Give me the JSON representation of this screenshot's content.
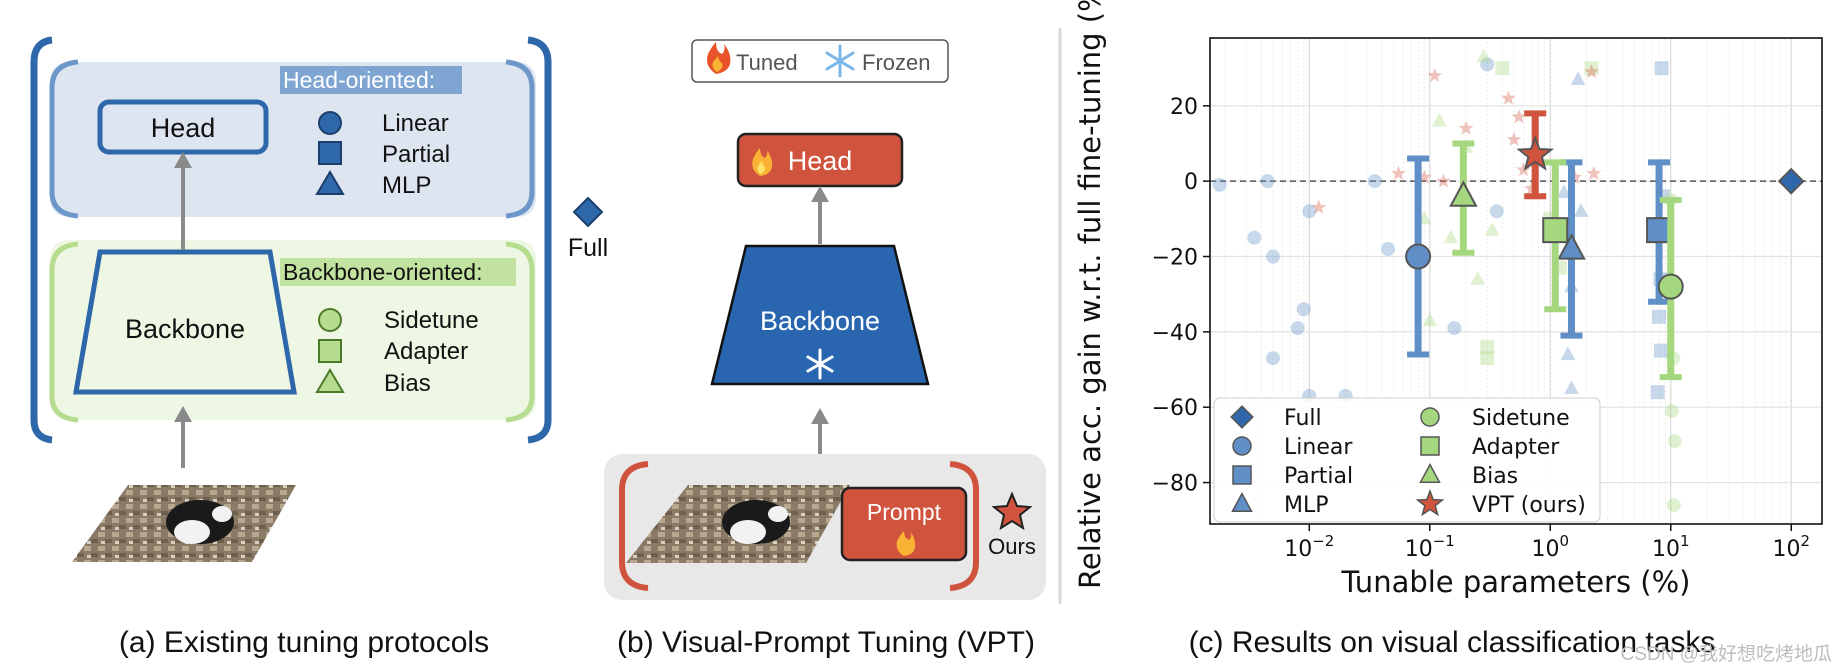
{
  "panel_a": {
    "caption": "(a)  Existing tuning protocols",
    "head_label": "Head",
    "backbone_label": "Backbone",
    "head_oriented_title": "Head-oriented:",
    "backbone_oriented_title": "Backbone-oriented:",
    "head_items": [
      {
        "marker": "circle",
        "label": "Linear"
      },
      {
        "marker": "square",
        "label": "Partial"
      },
      {
        "marker": "triangle",
        "label": "MLP"
      }
    ],
    "backbone_items": [
      {
        "marker": "circle",
        "label": "Sidetune"
      },
      {
        "marker": "square",
        "label": "Adapter"
      },
      {
        "marker": "triangle",
        "label": "Bias"
      }
    ],
    "full_label": "Full"
  },
  "panel_b": {
    "caption": "(b) Visual-Prompt Tuning (VPT)",
    "legend_tuned": "Tuned",
    "legend_frozen": "Frozen",
    "head_label": "Head",
    "backbone_label": "Backbone",
    "prompt_label": "Prompt",
    "ours_label": "Ours"
  },
  "panel_c": {
    "caption": "(c) Results on visual classification tasks"
  },
  "watermark": "CSDN @我好想吃烤地瓜",
  "colors": {
    "head_blue": "#2e67aa",
    "head_bg": "#dde5f1",
    "backbone_green": "#b6dc8f",
    "backbone_bg": "#eef7e3",
    "vpt_red": "#d0533e",
    "vpt_dark_blue": "#2a66b0",
    "linear_blue": "#5f8fc6",
    "sidetune_green": "#a5d87e"
  },
  "chart_data": {
    "type": "scatter",
    "xscale": "log",
    "xlabel": "Tunable parameters (%)",
    "ylabel": "Relative acc. gain w.r.t. full fine-tuning (%)",
    "xlim": [
      0.0015,
      180
    ],
    "ylim": [
      -91,
      38
    ],
    "xticks": [
      {
        "value": 0.01,
        "label": "10^-2"
      },
      {
        "value": 0.1,
        "label": "10^-1"
      },
      {
        "value": 1,
        "label": "10^0"
      },
      {
        "value": 10,
        "label": "10^1"
      },
      {
        "value": 100,
        "label": "10^2"
      }
    ],
    "yticks": [
      20,
      0,
      -20,
      -40,
      -60,
      -80
    ],
    "ytick_labels": [
      "20",
      "0",
      "−20",
      "−40",
      "−60",
      "−80"
    ],
    "grid": true,
    "reference_line_y": 0,
    "legend_position": "lower-left",
    "legend": [
      {
        "name": "Full",
        "marker": "diamond",
        "color": "#2e67aa"
      },
      {
        "name": "Linear",
        "marker": "circle",
        "color": "#5f8fc6"
      },
      {
        "name": "Partial",
        "marker": "square",
        "color": "#5f8fc6"
      },
      {
        "name": "MLP",
        "marker": "triangle",
        "color": "#5f8fc6"
      },
      {
        "name": "Sidetune",
        "marker": "circle",
        "color": "#a5d87e"
      },
      {
        "name": "Adapter",
        "marker": "square",
        "color": "#a5d87e"
      },
      {
        "name": "Bias",
        "marker": "triangle",
        "color": "#a5d87e"
      },
      {
        "name": "VPT (ours)",
        "marker": "star",
        "color": "#d0533e"
      }
    ],
    "summary": [
      {
        "name": "Full",
        "x": 100,
        "y": 0,
        "ylow": 0,
        "yhigh": 0
      },
      {
        "name": "Linear",
        "x": 0.08,
        "y": -20,
        "ylow": -46,
        "yhigh": 6
      },
      {
        "name": "Partial",
        "x": 8,
        "y": -13,
        "ylow": -32,
        "yhigh": 5
      },
      {
        "name": "MLP",
        "x": 1.5,
        "y": -18,
        "ylow": -41,
        "yhigh": 5
      },
      {
        "name": "Sidetune",
        "x": 10,
        "y": -28,
        "ylow": -52,
        "yhigh": -5
      },
      {
        "name": "Adapter",
        "x": 1.1,
        "y": -13,
        "ylow": -34,
        "yhigh": 5
      },
      {
        "name": "Bias",
        "x": 0.19,
        "y": -4,
        "ylow": -19,
        "yhigh": 10
      },
      {
        "name": "VPT (ours)",
        "x": 0.75,
        "y": 7,
        "ylow": -4,
        "yhigh": 18
      }
    ],
    "points": [
      {
        "series": "Linear",
        "x": 0.0018,
        "y": -1
      },
      {
        "series": "Linear",
        "x": 0.0035,
        "y": -15
      },
      {
        "series": "Linear",
        "x": 0.0045,
        "y": 0
      },
      {
        "series": "Linear",
        "x": 0.005,
        "y": -20
      },
      {
        "series": "Linear",
        "x": 0.005,
        "y": -47
      },
      {
        "series": "Linear",
        "x": 0.008,
        "y": -39
      },
      {
        "series": "Linear",
        "x": 0.009,
        "y": -34
      },
      {
        "series": "Linear",
        "x": 0.01,
        "y": -8
      },
      {
        "series": "Linear",
        "x": 0.01,
        "y": -57
      },
      {
        "series": "Linear",
        "x": 0.02,
        "y": -57
      },
      {
        "series": "Linear",
        "x": 0.035,
        "y": 0
      },
      {
        "series": "Linear",
        "x": 0.045,
        "y": -18
      },
      {
        "series": "Linear",
        "x": 0.16,
        "y": -39
      },
      {
        "series": "Linear",
        "x": 0.3,
        "y": 31
      },
      {
        "series": "Linear",
        "x": 0.36,
        "y": -8
      },
      {
        "series": "Partial",
        "x": 8.4,
        "y": 30
      },
      {
        "series": "Partial",
        "x": 8.2,
        "y": -26
      },
      {
        "series": "Partial",
        "x": 8,
        "y": -36
      },
      {
        "series": "Partial",
        "x": 8.3,
        "y": -45
      },
      {
        "series": "Partial",
        "x": 7.8,
        "y": -56
      },
      {
        "series": "Partial",
        "x": 8.6,
        "y": -4
      },
      {
        "series": "MLP",
        "x": 1.7,
        "y": 27
      },
      {
        "series": "MLP",
        "x": 1.5,
        "y": -28
      },
      {
        "series": "MLP",
        "x": 1.4,
        "y": -46
      },
      {
        "series": "MLP",
        "x": 1.5,
        "y": -55
      },
      {
        "series": "MLP",
        "x": 1.8,
        "y": -8
      },
      {
        "series": "MLP",
        "x": 1.3,
        "y": -3
      },
      {
        "series": "Sidetune",
        "x": 10.5,
        "y": -47
      },
      {
        "series": "Sidetune",
        "x": 10.2,
        "y": -61
      },
      {
        "series": "Sidetune",
        "x": 10.8,
        "y": -69
      },
      {
        "series": "Sidetune",
        "x": 10.6,
        "y": -86
      },
      {
        "series": "Sidetune",
        "x": 10,
        "y": -5
      },
      {
        "series": "Adapter",
        "x": 0.4,
        "y": 30
      },
      {
        "series": "Adapter",
        "x": 2.2,
        "y": 30
      },
      {
        "series": "Adapter",
        "x": 1.2,
        "y": -23
      },
      {
        "series": "Adapter",
        "x": 0.3,
        "y": -44
      },
      {
        "series": "Adapter",
        "x": 0.3,
        "y": -47
      },
      {
        "series": "Adapter",
        "x": 1.0,
        "y": -10
      },
      {
        "series": "Bias",
        "x": 0.09,
        "y": -10
      },
      {
        "series": "Bias",
        "x": 0.12,
        "y": 16
      },
      {
        "series": "Bias",
        "x": 0.15,
        "y": -15
      },
      {
        "series": "Bias",
        "x": 0.2,
        "y": 9
      },
      {
        "series": "Bias",
        "x": 0.25,
        "y": -26
      },
      {
        "series": "Bias",
        "x": 0.28,
        "y": 33
      },
      {
        "series": "Bias",
        "x": 0.1,
        "y": -37
      },
      {
        "series": "Bias",
        "x": 0.33,
        "y": -13
      },
      {
        "series": "VPT (ours)",
        "x": 0.012,
        "y": -7
      },
      {
        "series": "VPT (ours)",
        "x": 0.055,
        "y": 2
      },
      {
        "series": "VPT (ours)",
        "x": 0.09,
        "y": 1
      },
      {
        "series": "VPT (ours)",
        "x": 0.11,
        "y": 28
      },
      {
        "series": "VPT (ours)",
        "x": 0.13,
        "y": 0
      },
      {
        "series": "VPT (ours)",
        "x": 0.2,
        "y": 14
      },
      {
        "series": "VPT (ours)",
        "x": 0.45,
        "y": 22
      },
      {
        "series": "VPT (ours)",
        "x": 0.5,
        "y": 11
      },
      {
        "series": "VPT (ours)",
        "x": 0.55,
        "y": 17
      },
      {
        "series": "VPT (ours)",
        "x": 0.6,
        "y": 3
      },
      {
        "series": "VPT (ours)",
        "x": 0.7,
        "y": -2
      },
      {
        "series": "VPT (ours)",
        "x": 2.2,
        "y": 29
      },
      {
        "series": "VPT (ours)",
        "x": 2.3,
        "y": 2
      },
      {
        "series": "VPT (ours)",
        "x": 1.6,
        "y": 1
      }
    ]
  }
}
